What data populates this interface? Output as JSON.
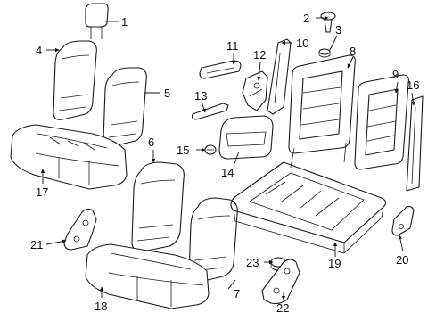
{
  "diagram": {
    "type": "exploded parts diagram",
    "callouts": [
      {
        "number": "1",
        "part": "headrest"
      },
      {
        "number": "2",
        "part": "headrest guide"
      },
      {
        "number": "3",
        "part": "guide bushing"
      },
      {
        "number": "4",
        "part": "seat back cover"
      },
      {
        "number": "5",
        "part": "seat back cover"
      },
      {
        "number": "6",
        "part": "seat back cover"
      },
      {
        "number": "7",
        "part": "seat back cover"
      },
      {
        "number": "8",
        "part": "seat back frame"
      },
      {
        "number": "9",
        "part": "seat back frame"
      },
      {
        "number": "10",
        "part": "frame bracket"
      },
      {
        "number": "11",
        "part": "release handle"
      },
      {
        "number": "12",
        "part": "side shield"
      },
      {
        "number": "13",
        "part": "release lever"
      },
      {
        "number": "14",
        "part": "trim cover"
      },
      {
        "number": "15",
        "part": "knob"
      },
      {
        "number": "16",
        "part": "side rail"
      },
      {
        "number": "17",
        "part": "cushion cover"
      },
      {
        "number": "18",
        "part": "cushion cover"
      },
      {
        "number": "19",
        "part": "cushion frame"
      },
      {
        "number": "20",
        "part": "bracket plate"
      },
      {
        "number": "21",
        "part": "bracket"
      },
      {
        "number": "22",
        "part": "recliner bracket"
      },
      {
        "number": "23",
        "part": "bushing"
      }
    ]
  }
}
